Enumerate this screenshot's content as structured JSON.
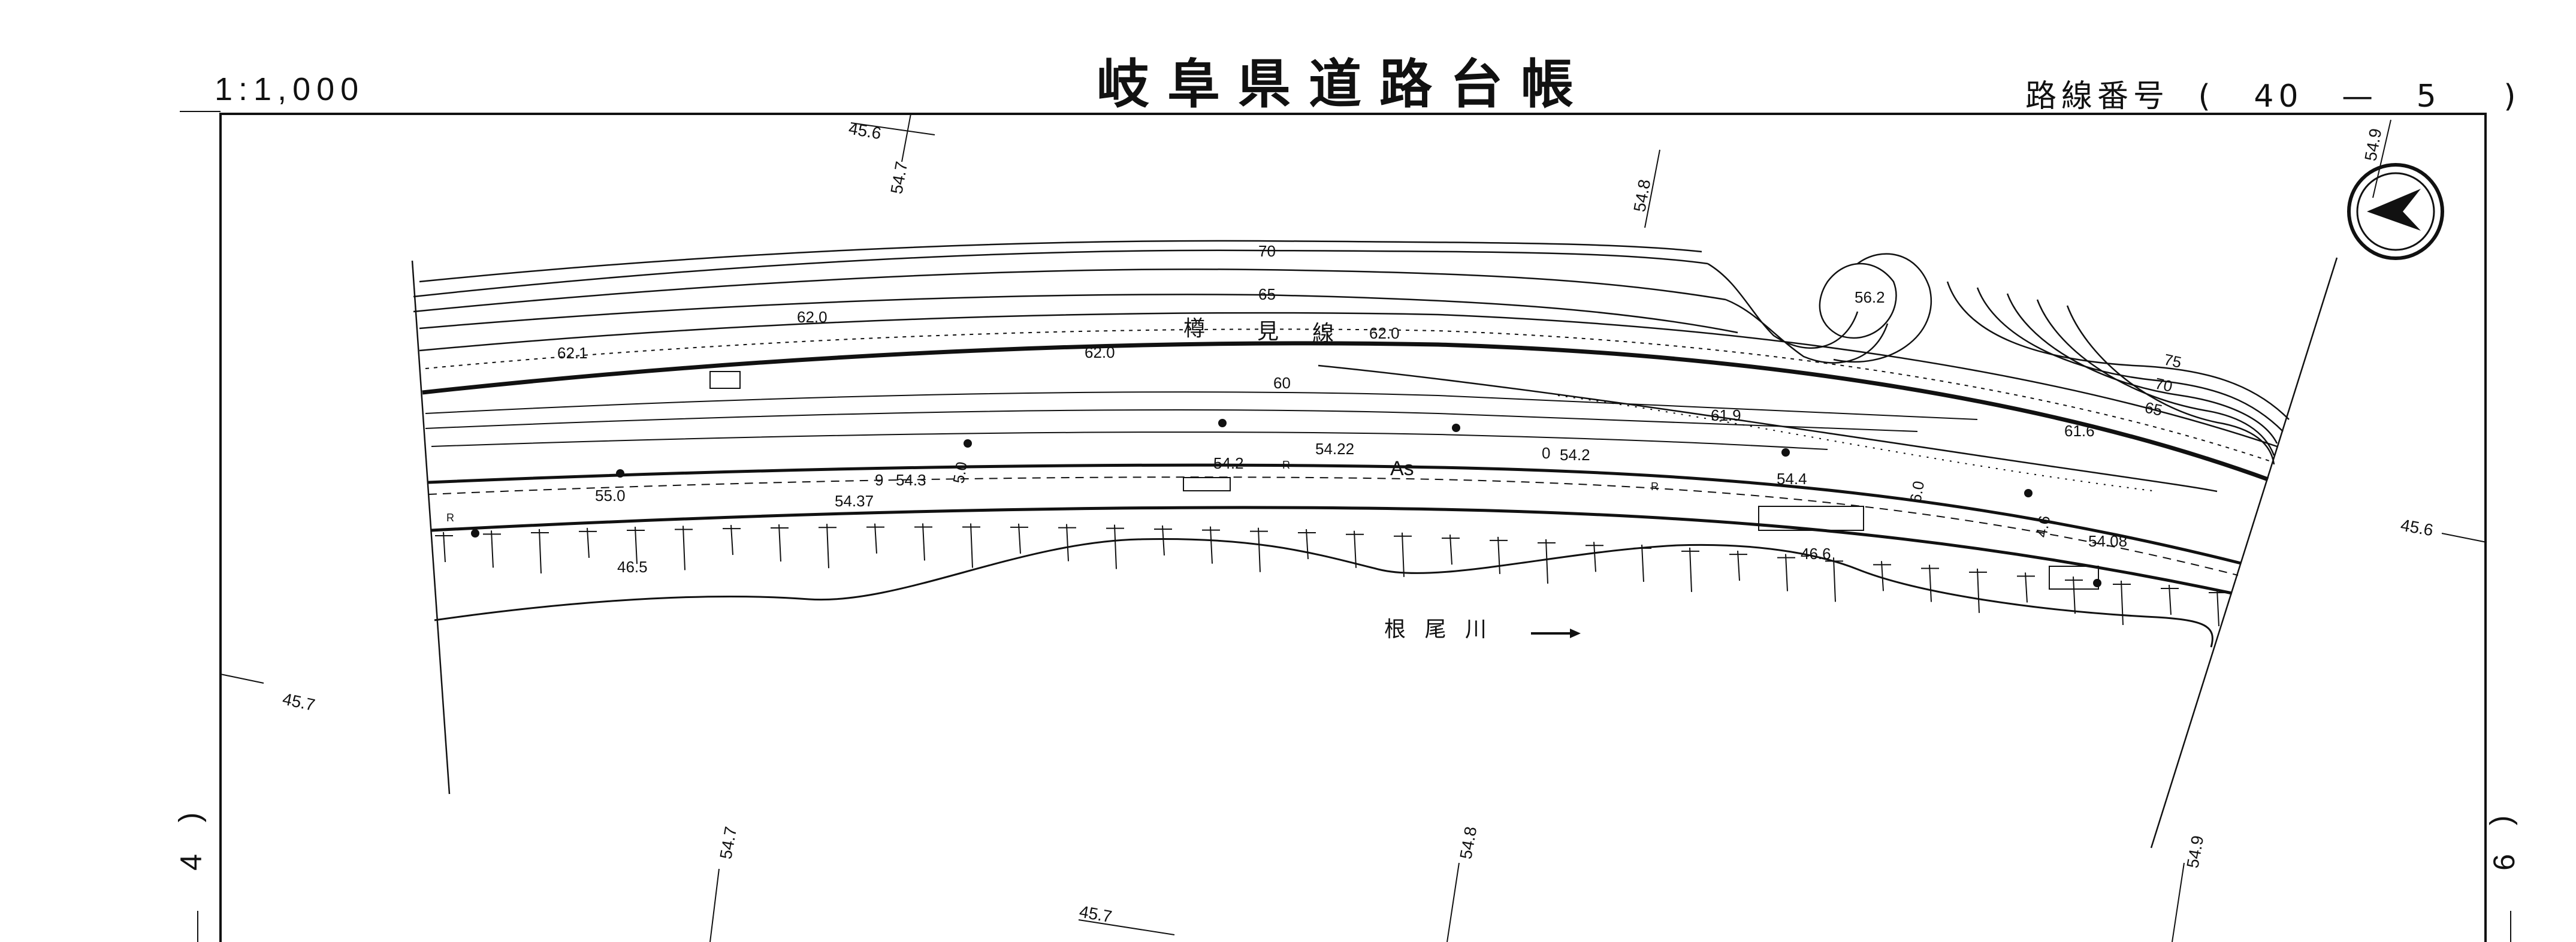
{
  "header": {
    "title": "岐阜県道路台帳",
    "scale": "1:1,000",
    "route_prefix": "路線番号",
    "route_open": "(",
    "route_number": "40",
    "route_dash": "—",
    "route_sub": "5",
    "route_close": ")"
  },
  "sheet": {
    "left_index": "4",
    "right_index": "6",
    "paren": ")"
  },
  "grid_labels": {
    "top_1": "45.6",
    "top_2": "54.7",
    "top_3": "54.8",
    "top_4": "54.9",
    "left_1": "45.7",
    "right_1": "45.6",
    "bottom_1": "54.7",
    "bottom_2": "54.8",
    "bottom_3": "54.9",
    "bottom_4": "45.7"
  },
  "map_labels": {
    "road_name_1": "樽",
    "road_name_2": "見",
    "road_name_3": "線",
    "river_name": "根 尾 川",
    "surface": "As",
    "contour_70": "70",
    "contour_65": "65",
    "contour_60": "60",
    "contour_75": "75",
    "contour_70b": "70",
    "contour_65b": "65",
    "elev_62_0a": "62.0",
    "elev_62_0b": "62.0",
    "elev_62_0c": "62.0",
    "elev_62_1": "62.1",
    "elev_56_2": "56.2",
    "elev_61_9": "61.9",
    "elev_61_6": "61.6",
    "elev_54_2a": "54.2",
    "elev_54_22": "54.22",
    "elev_54_2b": "54.2",
    "elev_55_0": "55.0",
    "elev_54_3": "54.3",
    "elev_54_37": "54.37",
    "elev_54_4": "54.4",
    "elev_54_08": "54.08",
    "elev_46_5": "46.5",
    "elev_46_6": "46.6",
    "width_5_0": "5.0",
    "width_6_0": "6.0",
    "width_9": "9",
    "width_4_6": "4.6",
    "width_0": "0",
    "mark_r": "R"
  },
  "colors": {
    "ink": "#111111",
    "paper": "#ffffff"
  },
  "icons": {
    "north_arrow": "north-arrow-icon"
  }
}
